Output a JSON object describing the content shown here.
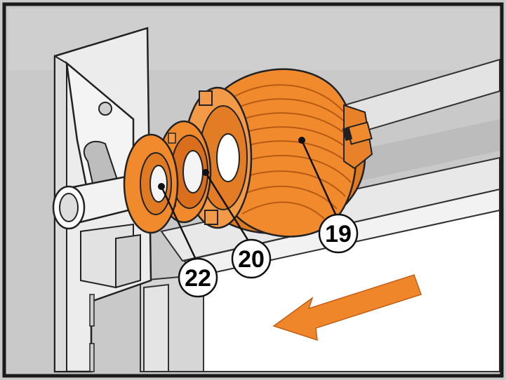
{
  "figure": {
    "colors": {
      "frame": "#1a1a1a",
      "wall": "#c8c8c8",
      "wall_dark": "#bdbdbd",
      "rail": "#e6e6e6",
      "bracket": "#ececec",
      "tube": "#f0f0f0",
      "orange": "#f08a2c",
      "orange_dark": "#c2601a",
      "orange_light": "#f6a55a",
      "panel": "#ffffff",
      "arrow": "#f0862a"
    },
    "callouts": [
      {
        "id": "22",
        "label": "22"
      },
      {
        "id": "20",
        "label": "20"
      },
      {
        "id": "19",
        "label": "19"
      }
    ],
    "arrow_direction": "left"
  }
}
